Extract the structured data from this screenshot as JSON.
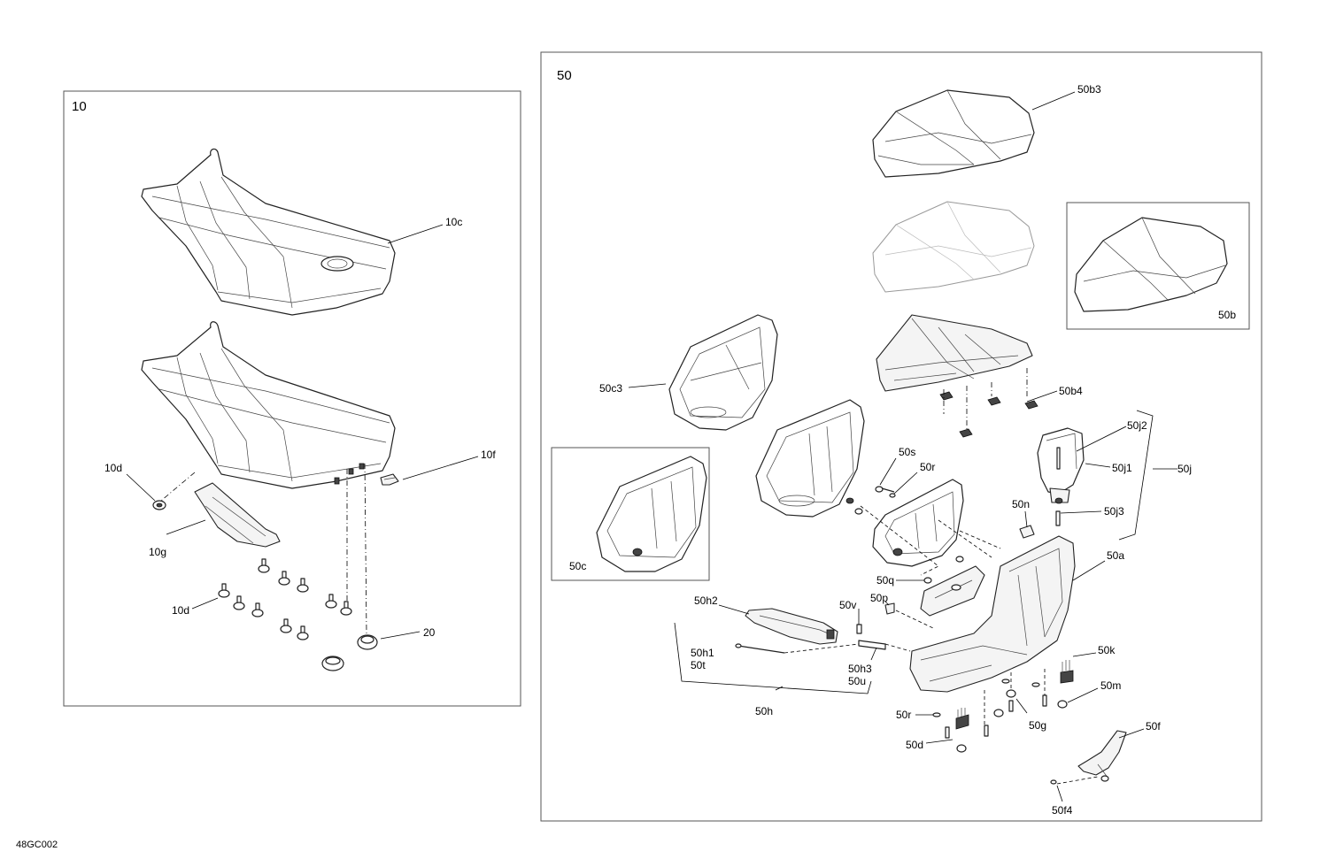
{
  "diagram_code": "48GC002",
  "panels": {
    "left": {
      "number": "10",
      "labels": {
        "c10": "10c",
        "d10_upper": "10d",
        "f10": "10f",
        "g10": "10g",
        "d10_lower": "10d",
        "n20": "20"
      }
    },
    "right": {
      "number": "50",
      "labels": {
        "b3": "50b3",
        "b": "50b",
        "c3": "50c3",
        "b4": "50b4",
        "j2": "50j2",
        "s": "50s",
        "r_top": "50r",
        "j1": "50j1",
        "j": "50j",
        "c": "50c",
        "n": "50n",
        "j3": "50j3",
        "a": "50a",
        "q": "50q",
        "h2": "50h2",
        "v": "50v",
        "p": "50p",
        "h1": "50h1",
        "t": "50t",
        "h3": "50h3",
        "u": "50u",
        "k": "50k",
        "m": "50m",
        "h": "50h",
        "r_bottom": "50r",
        "g": "50g",
        "f": "50f",
        "d": "50d",
        "f4": "50f4"
      }
    }
  }
}
